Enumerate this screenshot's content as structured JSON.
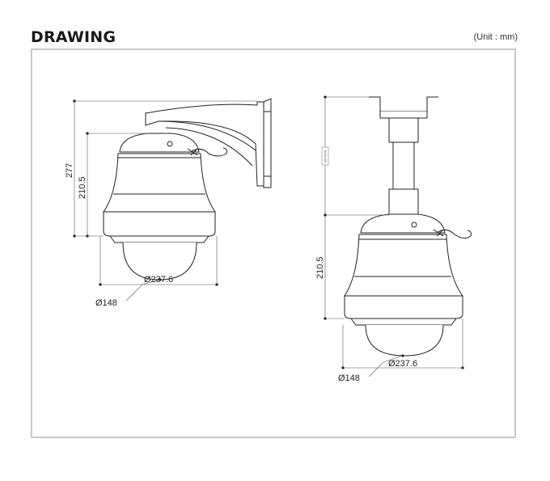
{
  "header": {
    "title": "DRAWING",
    "unit": "(Unit : mm)"
  },
  "wall_mount": {
    "height_total": "277",
    "height_camera": "210.5",
    "diameter_body": "Ø237.6",
    "diameter_dome": "Ø148"
  },
  "pendant_mount": {
    "option_label": "OPTION",
    "height_camera": "210.5",
    "diameter_body": "Ø237.6",
    "diameter_dome": "Ø148"
  }
}
